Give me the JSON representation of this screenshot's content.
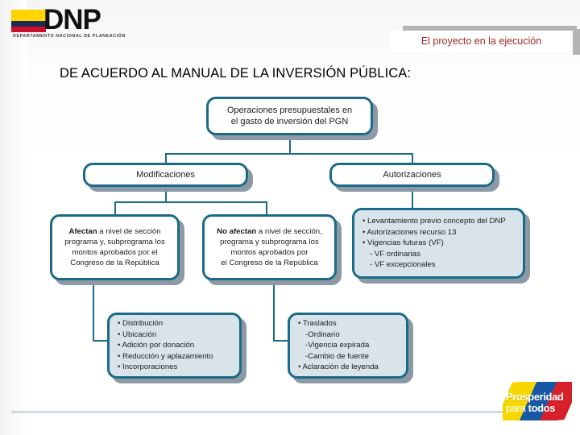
{
  "logo": {
    "acronym": "DNP",
    "subtitle": "DEPARTAMENTO NACIONAL DE PLANEACIÓN",
    "flag_colors": [
      "#ffd400",
      "#1b2a57",
      "#c8102e"
    ]
  },
  "header": {
    "banner_text": "El proyecto en la ejecución",
    "banner_text_color": "#9c2a2a",
    "banner_shadow_color": "#b4b4b4"
  },
  "title": "DE ACUERDO AL MANUAL DE LA INVERSIÓN PÚBLICA:",
  "diagram": {
    "accent_color": "#1a6b85",
    "tint_color": "#d9e3ea",
    "shadow_color": "#8d9aa6",
    "root": {
      "lines": [
        "Operaciones presupuestales en",
        "el gasto de inversión del PGN"
      ]
    },
    "level2": [
      {
        "label": "Modificaciones"
      },
      {
        "label": "Autorizaciones"
      }
    ],
    "level3": [
      {
        "lines": [
          {
            "bold": "Afectan",
            "rest": " a nivel de sección"
          },
          {
            "bold": "",
            "rest": "programa y, subprograma los"
          },
          {
            "bold": "",
            "rest": "montos aprobados por el"
          },
          {
            "bold": "",
            "rest": "Congreso de la República"
          }
        ]
      },
      {
        "lines": [
          {
            "bold": "No afectan",
            "rest": " a nivel de sección,"
          },
          {
            "bold": "",
            "rest": "programa y subprograma los"
          },
          {
            "bold": "",
            "rest": "montos aprobados por"
          },
          {
            "bold": "",
            "rest": "el Congreso de la República"
          }
        ]
      }
    ],
    "authorizations_list": [
      "• Levantamiento previo concepto del DNP",
      "• Autorizaciones recurso 13",
      "• Vigencias futuras (VF)",
      "- VF ordinarias",
      "- VF excepcionales"
    ],
    "modifications_affect_list": [
      "• Distribución",
      "• Ubicación",
      "• Adición por donación",
      "• Reducción y aplazamiento",
      "• Incorporaciones"
    ],
    "modifications_noaffect_list": [
      "• Traslados",
      "-Ordinario",
      "-Vigencia expirada",
      "-Cambio de fuente",
      "• Aclaración de leyenda"
    ]
  },
  "footer": {
    "prosperidad_line1": "Prosperidad",
    "prosperidad_line2_a": "para ",
    "prosperidad_line2_b": "todos"
  }
}
